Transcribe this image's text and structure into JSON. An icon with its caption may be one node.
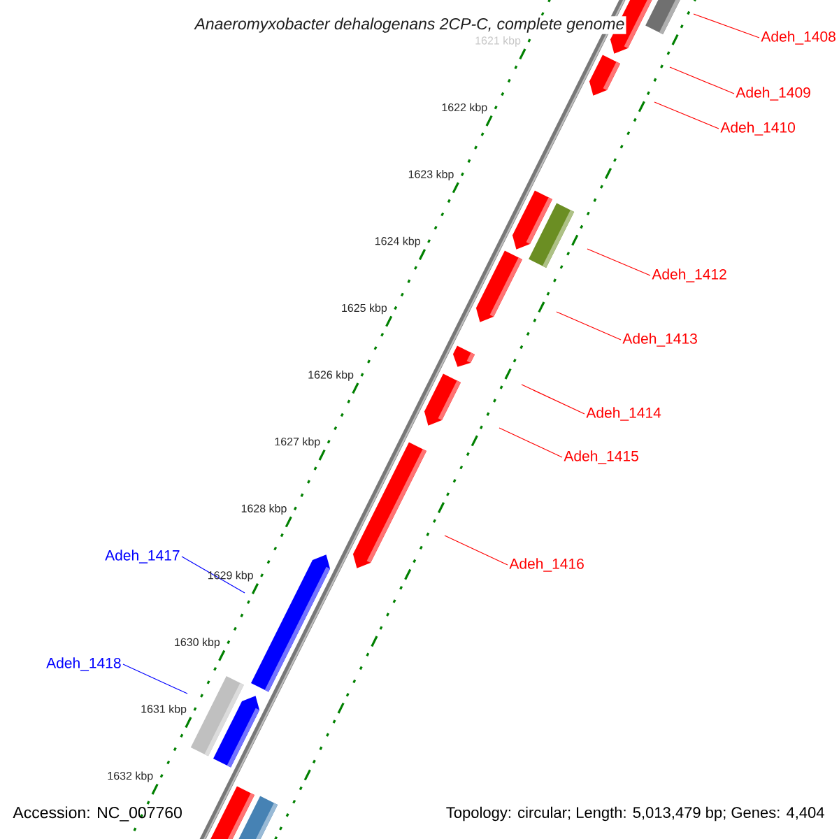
{
  "diagram": {
    "title": "Anaeromyxobacter dehalogenans 2CP-C, complete genome",
    "nodes": [
      {
        "text": [
          "Adeh_1408"
        ]
      },
      {
        "text": [
          "Adeh_1409"
        ]
      },
      {
        "text": [
          "Adeh_1410"
        ]
      },
      {
        "text": [
          "Adeh_1412"
        ]
      },
      {
        "text": [
          "Adeh_1413"
        ]
      },
      {
        "text": [
          "Adeh_1414"
        ]
      },
      {
        "text": [
          "Adeh_1415"
        ]
      },
      {
        "text": [
          "Adeh_1416"
        ]
      },
      {
        "text": [
          "Adeh_1417"
        ]
      },
      {
        "text": [
          "Adeh_1418"
        ]
      }
    ],
    "edges": [
      {
        "from": 0,
        "to": null,
        "arrow": "none"
      },
      {
        "from": 1,
        "to": null,
        "arrow": "none"
      },
      {
        "from": 2,
        "to": null,
        "arrow": "none"
      },
      {
        "from": 3,
        "to": null,
        "arrow": "none"
      },
      {
        "from": 4,
        "to": null,
        "arrow": "none"
      },
      {
        "from": 5,
        "to": null,
        "arrow": "none"
      },
      {
        "from": 6,
        "to": null,
        "arrow": "none"
      },
      {
        "from": 7,
        "to": null,
        "arrow": "none"
      },
      {
        "from": 8,
        "to": null,
        "arrow": "none",
        "color": "#0000ff"
      },
      {
        "from": 9,
        "to": null,
        "arrow": "none",
        "color": "#0000ff"
      }
    ],
    "labels": [
      "1621 kbp",
      "1622 kbp",
      "1623 kbp",
      "1624 kbp",
      "1625 kbp",
      "1626 kbp",
      "1627 kbp",
      "1628 kbp",
      "1629 kbp",
      "1630 kbp",
      "1631 kbp",
      "1632 kbp",
      "Accession: NC_007760",
      "Topology: circular; Length: 5,013,479 bp; Genes: 4,404"
    ]
  }
}
